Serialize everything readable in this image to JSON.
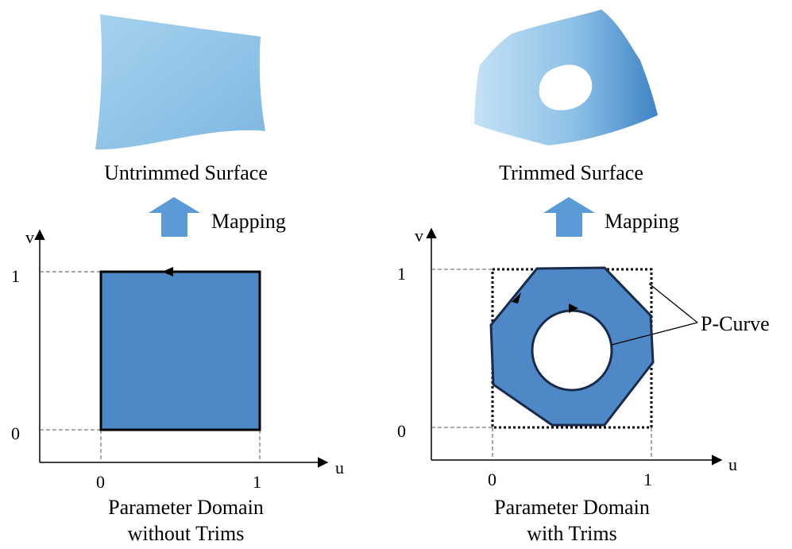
{
  "left": {
    "surface_caption": "Untrimmed Surface",
    "mapping_label": "Mapping",
    "axis_v": "v",
    "axis_u": "u",
    "tick_v0": "0",
    "tick_v1": "1",
    "tick_u0": "0",
    "tick_u1": "1",
    "domain_caption_line1": "Parameter Domain",
    "domain_caption_line2": "without Trims"
  },
  "right": {
    "surface_caption": "Trimmed Surface",
    "mapping_label": "Mapping",
    "axis_v": "v",
    "axis_u": "u",
    "tick_v0": "0",
    "tick_v1": "1",
    "tick_u0": "0",
    "tick_u1": "1",
    "pcurve_label": "P-Curve",
    "domain_caption_line1": "Parameter Domain",
    "domain_caption_line2": "with Trims"
  },
  "colors": {
    "surface": "#8fc3e6",
    "domain_fill": "#4f88c6",
    "arrow": "#5a9ad6",
    "outline": "#1a2a4a"
  }
}
